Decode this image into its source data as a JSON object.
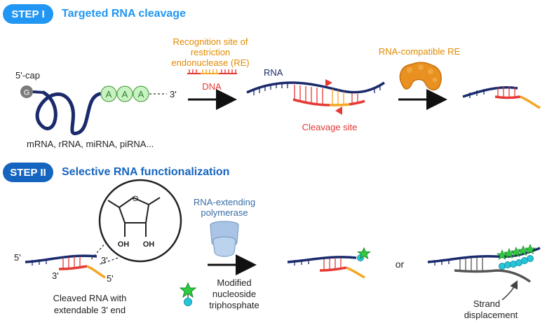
{
  "step1": {
    "badge": "STEP I",
    "title": "Targeted RNA cleavage",
    "five_cap": "5'-cap",
    "g_cap": "G",
    "poly_a": [
      "A",
      "A",
      "A"
    ],
    "three_prime": "3'",
    "rna_types": "mRNA, rRNA, miRNA, piRNA...",
    "recognition_site": [
      "Recognition site of",
      "restriction",
      "endonuclease (RE)"
    ],
    "dna_label": "DNA",
    "rna_label": "RNA",
    "cleavage_site": "Cleavage site",
    "re_label": "RNA-compatible RE"
  },
  "step2": {
    "badge": "STEP II",
    "title": "Selective RNA functionalization",
    "sugar_o": "O",
    "oh_left": "OH",
    "oh_right": "OH",
    "five_prime_top": "5'",
    "three_prime_top": "3'",
    "three_prime_bottom": "3'",
    "five_prime_bottom": "5'",
    "cleaved_caption": [
      "Cleaved RNA with",
      "extendable 3' end"
    ],
    "polymerase": [
      "RNA-extending",
      "polymerase"
    ],
    "modified": [
      "Modified",
      "nucleoside",
      "triphosphate"
    ],
    "or_label": "or",
    "strand": [
      "Strand",
      "displacement"
    ]
  },
  "colors": {
    "step1_badge": "#2196F3",
    "step1_title": "#2196F3",
    "step2_badge": "#1565C0",
    "step2_title": "#1565C0",
    "rna_strand": "#1a2a6c",
    "red": "#e53935",
    "yellow": "#f5a623",
    "orange_label": "#e08a00",
    "green": "#4caf50",
    "cyan": "#26c6da"
  }
}
